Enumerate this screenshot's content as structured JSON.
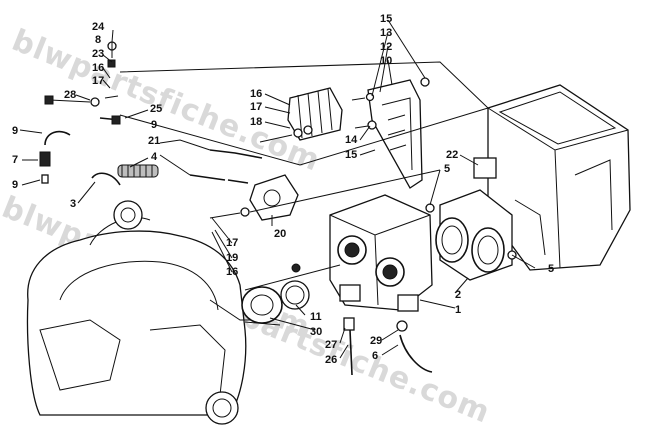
{
  "watermark": "blwpartsfiche.com",
  "callouts": [
    {
      "id": "c24",
      "text": "24"
    },
    {
      "id": "c8a",
      "text": "8"
    },
    {
      "id": "c23",
      "text": "23"
    },
    {
      "id": "c16a",
      "text": "16"
    },
    {
      "id": "c17a",
      "text": "17"
    },
    {
      "id": "c28",
      "text": "28"
    },
    {
      "id": "c25",
      "text": "25"
    },
    {
      "id": "c9a",
      "text": "9"
    },
    {
      "id": "c7",
      "text": "7"
    },
    {
      "id": "c9b",
      "text": "9"
    },
    {
      "id": "c3",
      "text": "3"
    },
    {
      "id": "c4",
      "text": "4"
    },
    {
      "id": "c21",
      "text": "21"
    },
    {
      "id": "c9c",
      "text": "9"
    },
    {
      "id": "c16b",
      "text": "16"
    },
    {
      "id": "c17b",
      "text": "17"
    },
    {
      "id": "c18",
      "text": "18"
    },
    {
      "id": "c15a",
      "text": "15"
    },
    {
      "id": "c13",
      "text": "13"
    },
    {
      "id": "c12",
      "text": "12"
    },
    {
      "id": "c10",
      "text": "10"
    },
    {
      "id": "c14",
      "text": "14"
    },
    {
      "id": "c15b",
      "text": "15"
    },
    {
      "id": "c22",
      "text": "22"
    },
    {
      "id": "c5a",
      "text": "5"
    },
    {
      "id": "c5b",
      "text": "5"
    },
    {
      "id": "c17c",
      "text": "17"
    },
    {
      "id": "c19",
      "text": "19"
    },
    {
      "id": "c16c",
      "text": "16"
    },
    {
      "id": "c20",
      "text": "20"
    },
    {
      "id": "c2",
      "text": "2"
    },
    {
      "id": "c1",
      "text": "1"
    },
    {
      "id": "c11",
      "text": "11"
    },
    {
      "id": "c30",
      "text": "30"
    },
    {
      "id": "c27",
      "text": "27"
    },
    {
      "id": "c26",
      "text": "26"
    },
    {
      "id": "c29",
      "text": "29"
    },
    {
      "id": "c6",
      "text": "6"
    }
  ]
}
